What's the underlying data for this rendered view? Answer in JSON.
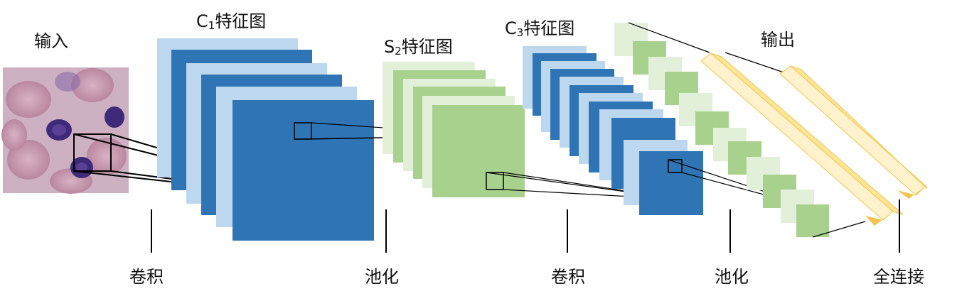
{
  "labels": {
    "input": "输入",
    "c1_letter": "C",
    "c1_sub": "1",
    "c1_text": "特征图",
    "s2_letter": "S",
    "s2_sub": "2",
    "s2_text": "特征图",
    "c3_letter": "C",
    "c3_sub": "3",
    "c3_text": "特征图",
    "output": "输出",
    "conv1": "卷积",
    "pool1": "池化",
    "conv2": "卷积",
    "pool2": "池化",
    "fc": "全连接"
  },
  "colors": {
    "dark_blue": "#2f75b5",
    "light_blue": "#bdd7ee",
    "green": "#a9d18e",
    "light_green": "#e2f0d9",
    "fc_yellow": "#ffe699",
    "fc_light": "#fff2cc",
    "fc_dark": "#f4c44a",
    "line": "#000000",
    "cell_bg": "#c7a7b9",
    "cell_purple": "#5b3d8f"
  },
  "icons": {
    "input_image": "blood-cell-micrograph"
  }
}
